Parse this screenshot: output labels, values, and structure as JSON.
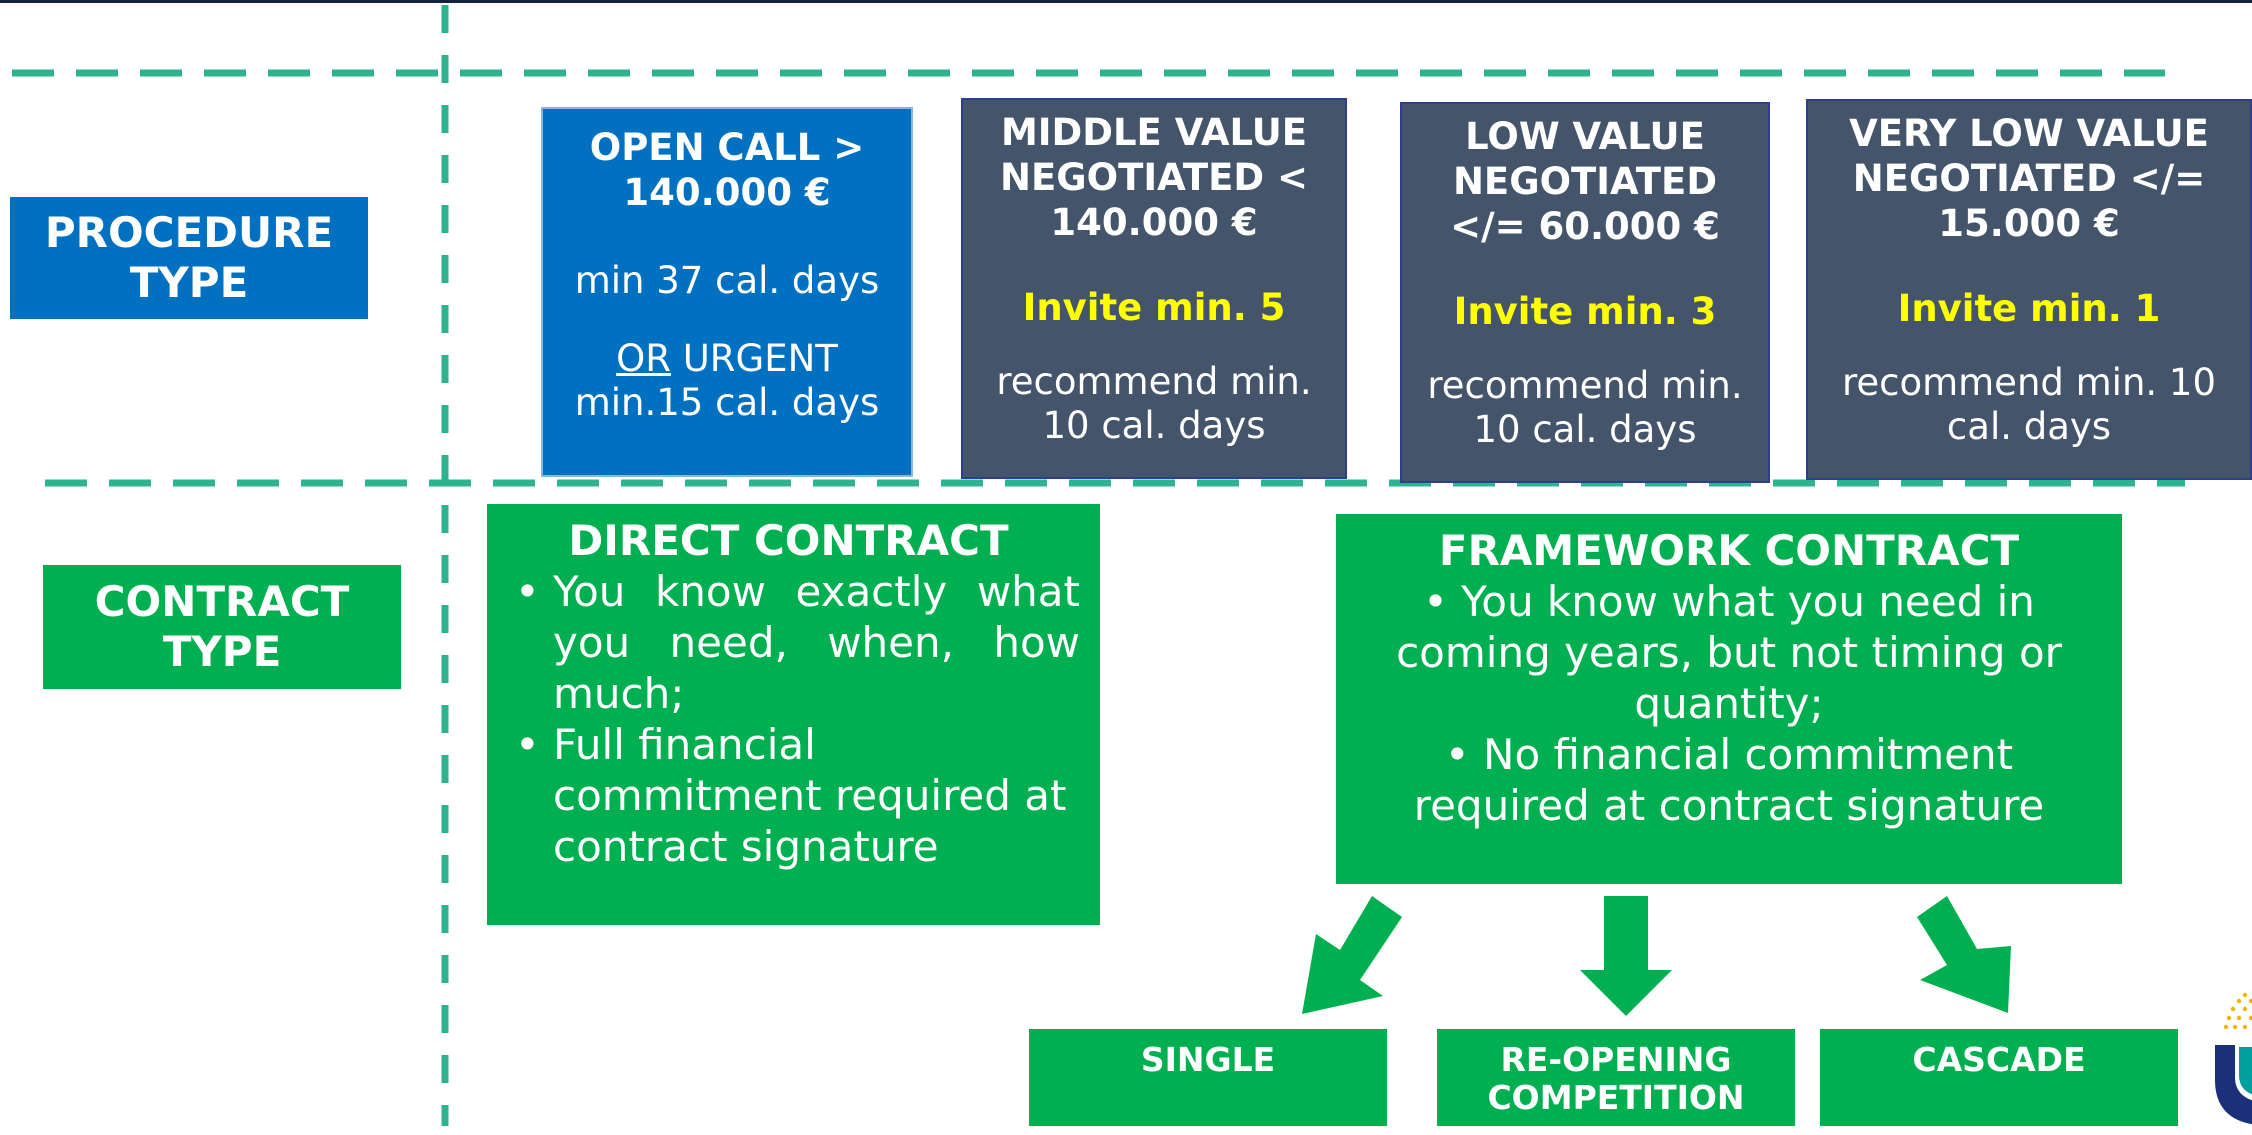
{
  "colors": {
    "dash_line": "#2eb38f",
    "blue_box": "#0070c0",
    "slate_box": "#44546a",
    "green_box": "#00b050",
    "invite_text": "#ffff00"
  },
  "labels": {
    "procedure_type": "PROCEDURE TYPE",
    "contract_type": "CONTRACT TYPE"
  },
  "procedures": {
    "open_call": {
      "title": "OPEN CALL > 140.000 €",
      "min_days": "min 37 cal. days",
      "or_word": "OR",
      "urgent_tail": " URGENT min.15 cal. days"
    },
    "middle_value": {
      "title": "MIDDLE VALUE NEGOTIATED < 140.000 €",
      "invite": "Invite min. 5",
      "recommend": "recommend min. 10 cal. days"
    },
    "low_value": {
      "title": "LOW VALUE NEGOTIATED </= 60.000 €",
      "invite": "Invite min. 3",
      "recommend": "recommend min. 10 cal. days"
    },
    "very_low_value": {
      "title": "VERY LOW VALUE NEGOTIATED </= 15.000 €",
      "invite": "Invite min. 1",
      "recommend": "recommend min. 10 cal. days"
    }
  },
  "direct_contract": {
    "title": "DIRECT CONTRACT",
    "bullets": [
      "You know exactly what you need, when, how much;",
      "Full financial commitment required at contract signature"
    ]
  },
  "framework_contract": {
    "title": "FRAMEWORK CONTRACT",
    "bullets": [
      "• You know what you need in coming years, but not timing or quantity;",
      "• No financial commitment required at contract signature"
    ]
  },
  "framework_types": {
    "single": "SINGLE",
    "reopening": "RE-OPENING COMPETITION",
    "cascade": "CASCADE"
  },
  "icons": {
    "arrow_left": "arrow-down-left-icon",
    "arrow_down": "arrow-down-icon",
    "arrow_right": "arrow-down-right-icon",
    "logo": "organization-logo"
  }
}
